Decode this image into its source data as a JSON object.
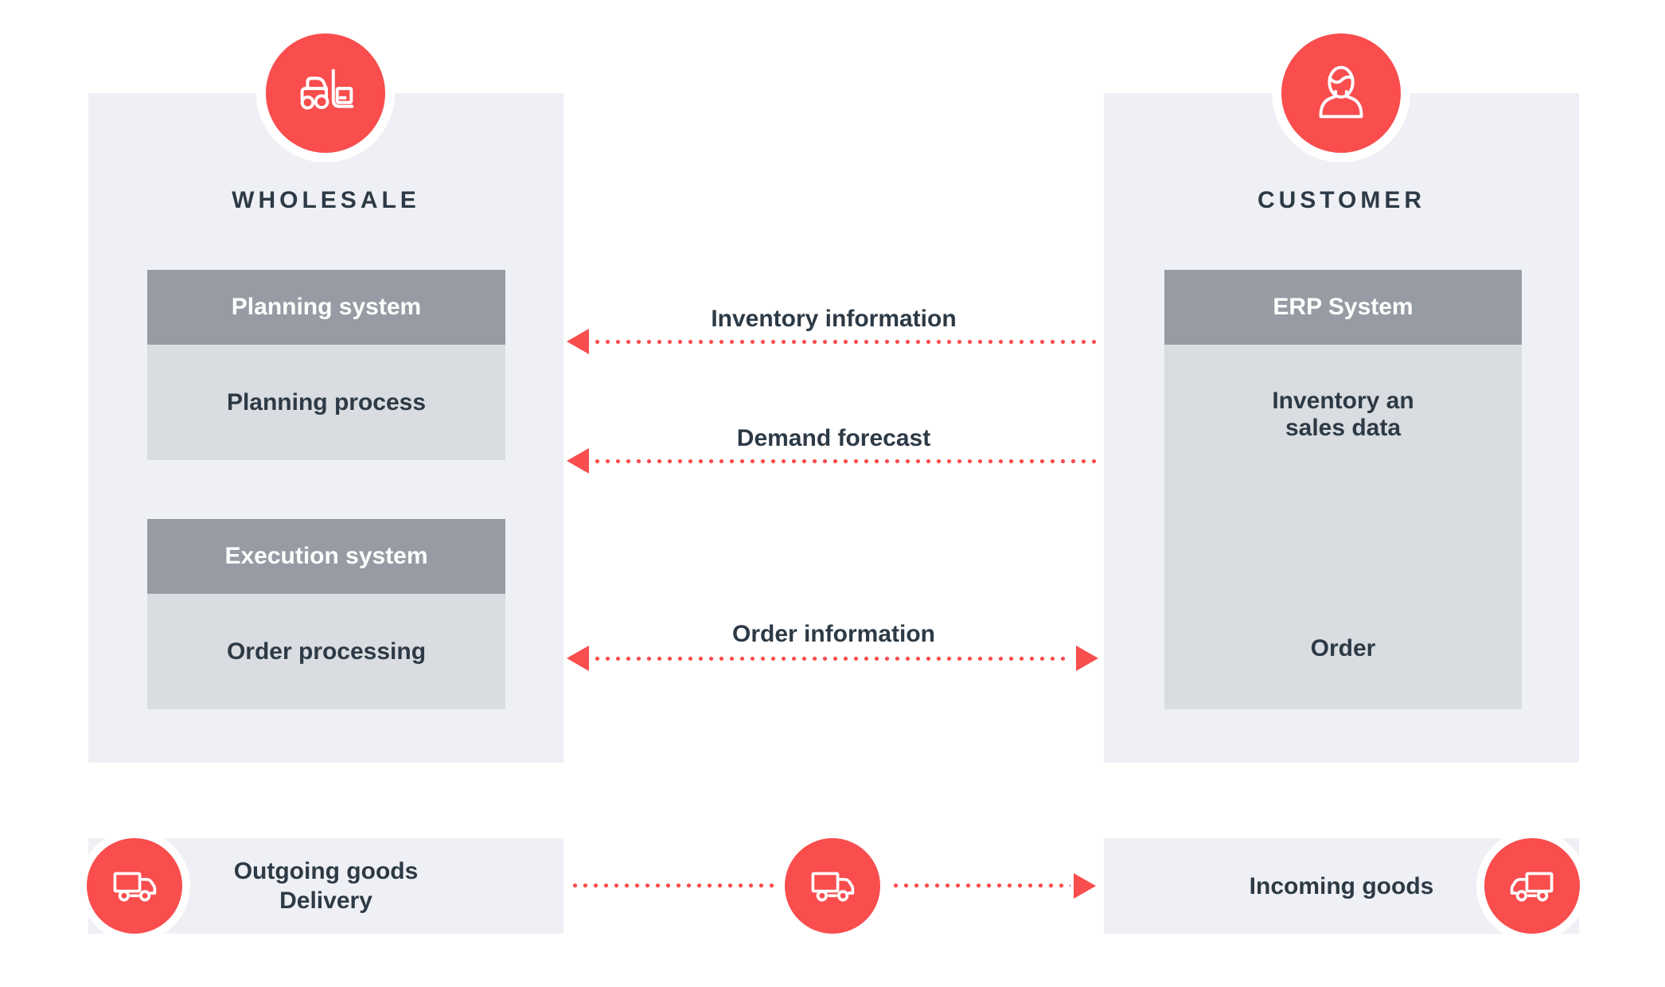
{
  "palette": {
    "red": "#f94d4e",
    "navy": "#2d3a46",
    "header_gray": "#979ca4",
    "body_gray": "#d9dce0",
    "panel_bg": "#eff0f5"
  },
  "wholesale": {
    "title": "WHOLESALE",
    "icon": "forklift-icon",
    "systems": [
      {
        "header": "Planning system",
        "body": "Planning process"
      },
      {
        "header": "Execution system",
        "body": "Order processing"
      }
    ]
  },
  "customer": {
    "title": "CUSTOMER",
    "icon": "person-icon",
    "erp": {
      "header": "ERP System",
      "top_label_line1": "Inventory an",
      "top_label_line2": "sales data",
      "bottom_label": "Order"
    }
  },
  "flows": [
    {
      "label": "Inventory information",
      "direction": "to-wholesale"
    },
    {
      "label": "Demand forecast",
      "direction": "to-wholesale"
    },
    {
      "label": "Order information",
      "direction": "bidirectional"
    }
  ],
  "logistics": {
    "outgoing_line1": "Outgoing goods",
    "outgoing_line2": "Delivery",
    "incoming_label": "Incoming goods",
    "direction": "to-customer",
    "left_icon": "truck-icon",
    "middle_icon": "truck-icon",
    "right_icon": "truck-icon"
  }
}
